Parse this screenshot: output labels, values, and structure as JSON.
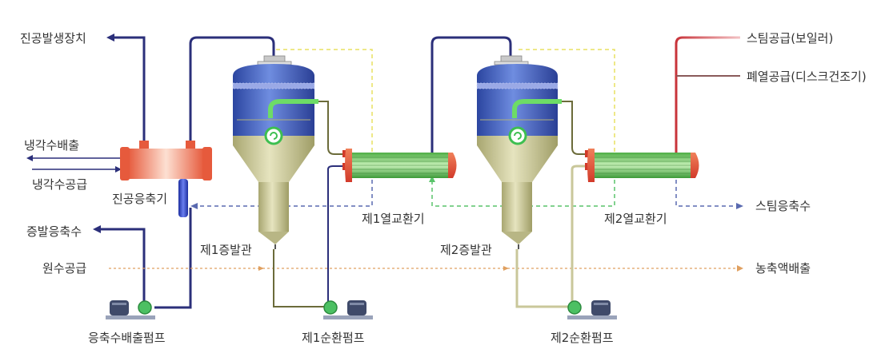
{
  "labels": {
    "vacuum_generator": "진공발생장치",
    "cooling_water_out": "냉각수배출",
    "cooling_water_in": "냉각수공급",
    "vacuum_condenser": "진공응축기",
    "evaporated_condensate": "증발응축수",
    "raw_water_supply": "원수공급",
    "condensate_discharge_pump": "응축수배출펌프",
    "evaporator_1": "제1증발관",
    "circulation_pump_1": "제1순환펌프",
    "heat_exchanger_1": "제1열교환기",
    "evaporator_2": "제2증발관",
    "circulation_pump_2": "제2순환펌프",
    "heat_exchanger_2": "제2열교환기",
    "steam_supply": "스팀공급(보일러)",
    "waste_heat_supply": "폐열공급(디스크건조기)",
    "steam_condensate": "스팀응축수",
    "concentrate_discharge": "농축액배출"
  },
  "colors": {
    "vacuum_line": "#2b2f7a",
    "steam_line": "#c8333a",
    "liquid_line": "#6b6b3a",
    "vapor_line": "#f0f090",
    "dashed_blue": "#5a6ab0",
    "dashed_green": "#59c46a",
    "raw_feed": "#e0a060",
    "tank_top": "#3a55b5",
    "tank_bottom": "#c9c79a",
    "exchanger_tube": "#7fcf6a",
    "exchanger_cap": "#e8553a"
  }
}
